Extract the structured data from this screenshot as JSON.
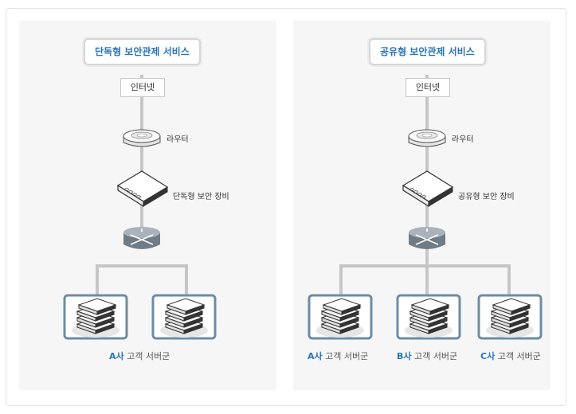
{
  "panels": [
    {
      "title": "단독형 보안관제 서비스",
      "internet": "인터넷",
      "router": "라우터",
      "device": "단독형 보안 장비",
      "customers": [
        {
          "letter": "A사",
          "label": "고객 서버군"
        }
      ]
    },
    {
      "title": "공유형 보안관제 서비스",
      "internet": "인터넷",
      "router": "라우터",
      "device": "공유형 보안 장비",
      "customers": [
        {
          "letter": "A사",
          "label": "고객 서버군"
        },
        {
          "letter": "B사",
          "label": "고객 서버군"
        },
        {
          "letter": "C사",
          "label": "고객 서버군"
        }
      ]
    }
  ],
  "colors": {
    "accent": "#2b74b8",
    "server_border": "#6d8ca3",
    "line": "#c6c6c6"
  }
}
